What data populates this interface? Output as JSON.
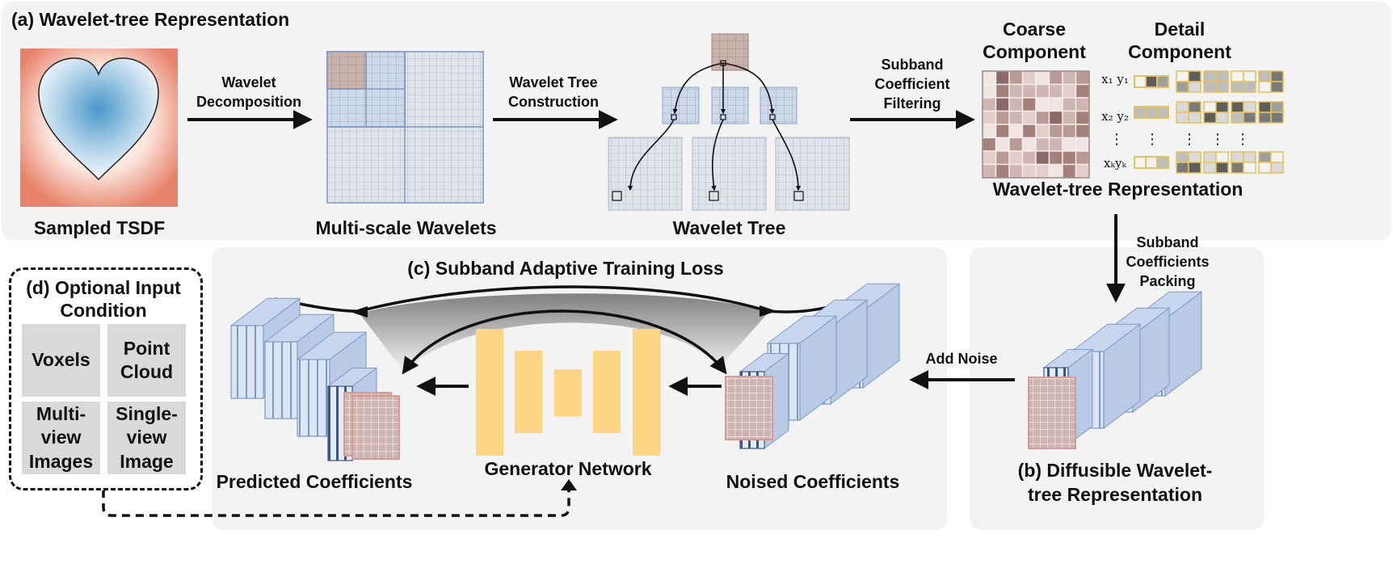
{
  "panel_a": {
    "title": "(a) Wavelet-tree Representation",
    "sampled_tsdf": "Sampled TSDF",
    "wavelet_decomposition_1": "Wavelet",
    "wavelet_decomposition_2": "Decomposition",
    "multiscale_wavelets": "Multi-scale Wavelets",
    "tree_construction_1": "Wavelet Tree",
    "tree_construction_2": "Construction",
    "wavelet_tree": "Wavelet Tree",
    "filtering_1": "Subband",
    "filtering_2": "Coefficient",
    "filtering_3": "Filtering",
    "coarse_1": "Coarse",
    "coarse_2": "Component",
    "detail_1": "Detail",
    "detail_2": "Component",
    "representation": "Wavelet-tree Representation",
    "coeff_x1": "x₁ y₁",
    "coeff_x2": "x₂ y₂",
    "coeff_xk": "xₖyₖ",
    "dots": "⋮"
  },
  "panel_b": {
    "packing_1": "Subband",
    "packing_2": "Coefficients",
    "packing_3": "Packing",
    "title_1": "(b) Diffusible Wavelet-",
    "title_2": "tree Representation"
  },
  "panel_c": {
    "title": "(c) Subband Adaptive Training Loss",
    "add_noise": "Add Noise",
    "predicted": "Predicted Coefficients",
    "generator": "Generator Network",
    "noised": "Noised Coefficients"
  },
  "panel_d": {
    "title_1": "(d) Optional Input",
    "title_2": "Condition",
    "voxels": "Voxels",
    "point_cloud": "Point Cloud",
    "multi_view": "Multi-view Images",
    "single_view": "Single-view Image"
  },
  "colors": {
    "tsdf_outer": "#e7826a",
    "tsdf_inner": "#5fa3cf",
    "generator": "#fdd582",
    "stack_blue": "#c9d9ef",
    "coeff_brown": "#b8a39f",
    "panel_bg": "#f4f3f4"
  }
}
